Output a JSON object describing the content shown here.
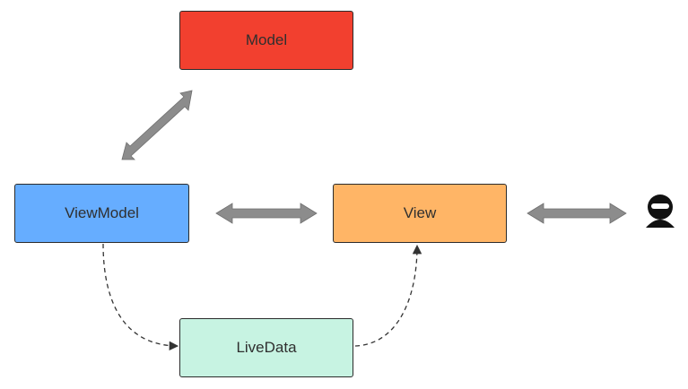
{
  "nodes": {
    "model": {
      "label": "Model",
      "color": "#f2402f"
    },
    "viewmodel": {
      "label": "ViewModel",
      "color": "#66adff"
    },
    "view": {
      "label": "View",
      "color": "#ffb566"
    },
    "livedata": {
      "label": "LiveData",
      "color": "#c7f3e2"
    }
  },
  "connectors": {
    "arrow_color": "#8c8c8c",
    "dashed_color": "#333333"
  },
  "icons": {
    "user": "user-icon"
  }
}
